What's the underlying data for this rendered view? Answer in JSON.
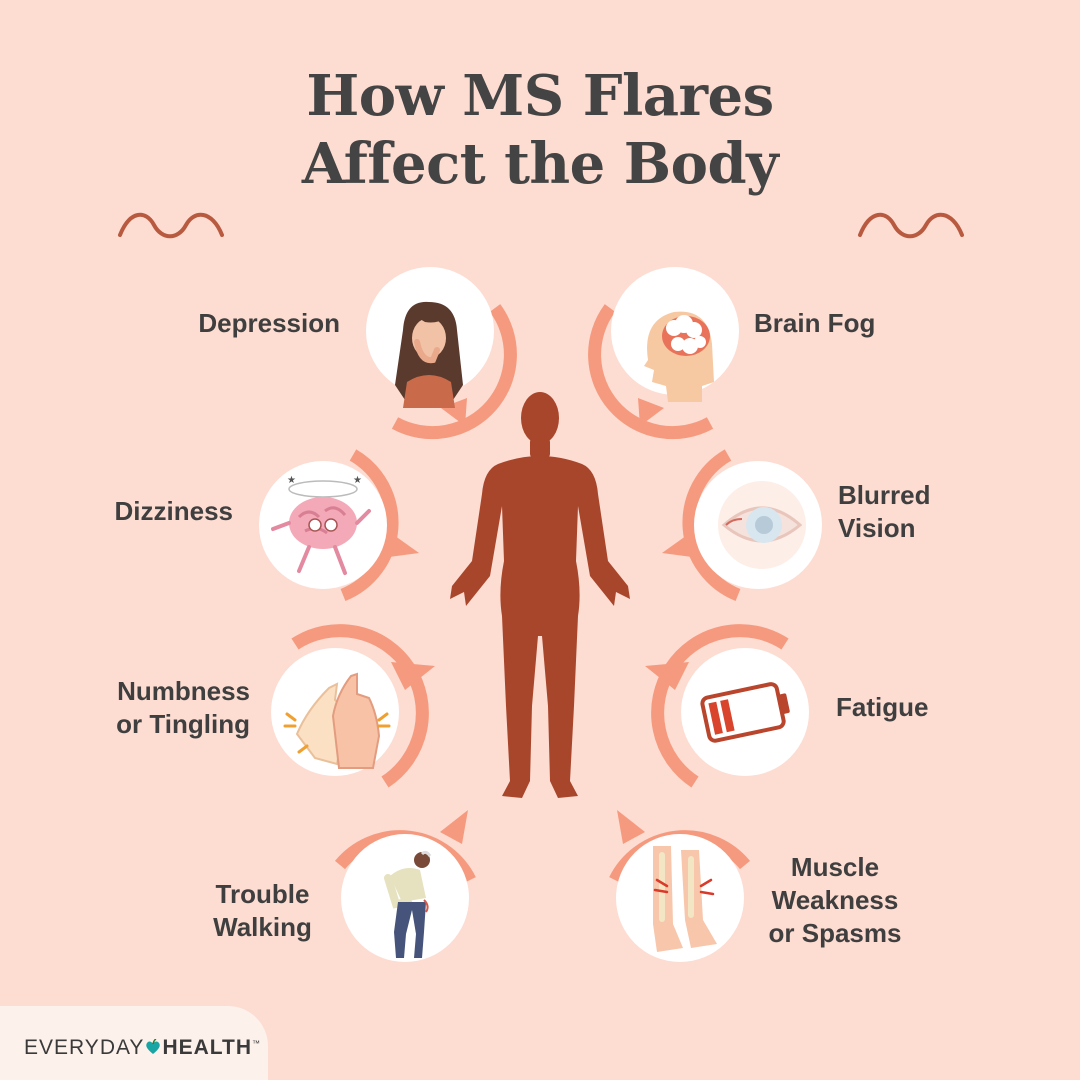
{
  "title": {
    "line1": "How MS Flares",
    "line2": "Affect the Body"
  },
  "symptoms": {
    "depression": {
      "label": "Depression",
      "icon": "crying-woman-icon"
    },
    "brain_fog": {
      "label": "Brain Fog",
      "icon": "cloudy-head-icon"
    },
    "dizziness": {
      "label": "Dizziness",
      "icon": "dizzy-brain-icon"
    },
    "blurred_vision": {
      "line1": "Blurred",
      "line2": "Vision",
      "icon": "blurry-eye-icon"
    },
    "numbness": {
      "line1": "Numbness",
      "line2": "or Tingling",
      "icon": "tingling-hands-icon"
    },
    "fatigue": {
      "label": "Fatigue",
      "icon": "low-battery-icon"
    },
    "trouble_walking": {
      "line1": "Trouble",
      "line2": "Walking",
      "icon": "bent-person-icon"
    },
    "muscle": {
      "line1": "Muscle",
      "line2": "Weakness",
      "line3": "or Spasms",
      "icon": "legs-pain-icon"
    }
  },
  "brand": {
    "part1": "EVERYDAY",
    "part2": "HEALTH",
    "tm": "™"
  },
  "colors": {
    "background": "#fddcd2",
    "accent": "#f59a7e",
    "body": "#a8462c",
    "text": "#3f3f3f",
    "squiggle": "#b85a40"
  }
}
